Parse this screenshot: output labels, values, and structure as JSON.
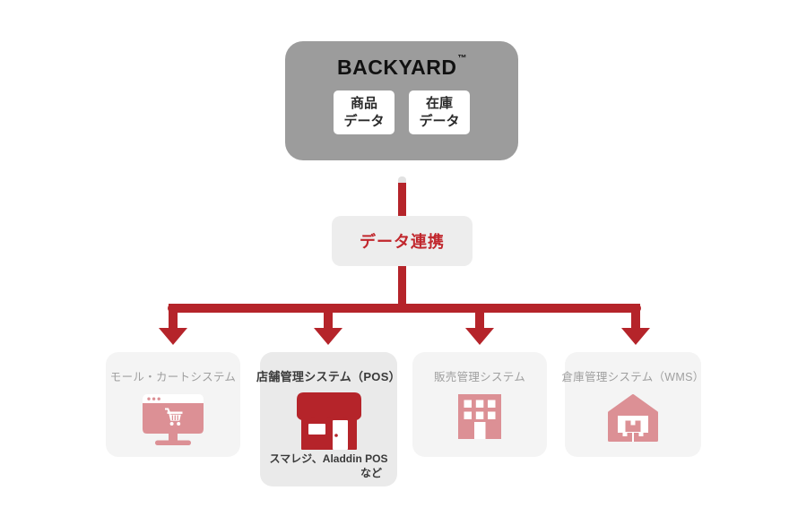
{
  "colors": {
    "red": "#b5242a",
    "red_text": "#c1272d",
    "pink": "#dc9095",
    "gray_box": "#9c9c9c",
    "light_card": "#f4f4f4",
    "pos_card": "#eaeaea",
    "linkage_box": "#ededed",
    "muted_label": "#9f9f9f",
    "dark_text": "#333333"
  },
  "backyard": {
    "title": "BACKYARD",
    "trademark": "™",
    "chips": [
      {
        "line1": "商品",
        "line2": "データ"
      },
      {
        "line1": "在庫",
        "line2": "データ"
      }
    ]
  },
  "connector": {
    "label": "データ連携"
  },
  "systems": [
    {
      "label": "モール・カートシステム",
      "icon": "monitor-cart-icon"
    },
    {
      "label": "店舗管理システム（POS）",
      "icon": "store-icon",
      "note_line1": "スマレジ、Aladdin POS",
      "note_line2": "など"
    },
    {
      "label": "販売管理システム",
      "icon": "building-icon"
    },
    {
      "label": "倉庫管理システム（WMS）",
      "icon": "warehouse-icon"
    }
  ]
}
